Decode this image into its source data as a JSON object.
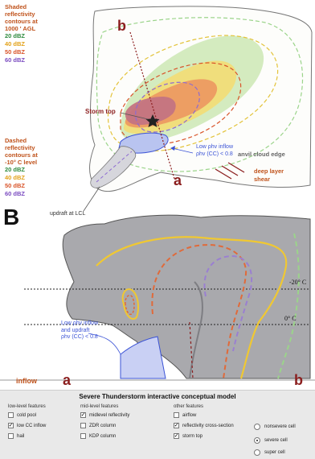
{
  "top_legend": {
    "heading": [
      "Shaded",
      "reflectivity",
      "contours at",
      "1000 ' AGL"
    ],
    "items": [
      {
        "label": "20 dBZ",
        "color": "#2e8b3e"
      },
      {
        "label": "40 dBZ",
        "color": "#e3a21a"
      },
      {
        "label": "50 dBZ",
        "color": "#d9542a"
      },
      {
        "label": "60 dBZ",
        "color": "#7b4cc0"
      }
    ]
  },
  "mid_legend": {
    "heading": [
      "Dashed",
      "reflectivity",
      "contours at",
      "-10° C level"
    ],
    "items": [
      {
        "label": "20 dBZ",
        "color": "#2e8b3e"
      },
      {
        "label": "40 dBZ",
        "color": "#e3a21a"
      },
      {
        "label": "50 dBZ",
        "color": "#d9542a"
      },
      {
        "label": "60 dBZ",
        "color": "#7b4cc0"
      }
    ]
  },
  "plan_view": {
    "label_b": "b",
    "label_a": "a",
    "storm_top": "Storm top",
    "low_cc_line1": "Low ρhv inflow",
    "low_cc_line2": "ρhv (CC) < 0.8",
    "anvil": "anvil cloud edge",
    "shear_line1": "deep layer",
    "shear_line2": "shear",
    "updraft": "updraft at LCL"
  },
  "section_view": {
    "panel_letter": "B",
    "minus20": "-20° C",
    "zero": "0° C",
    "low_cc_line1": "Low ρhv inflow",
    "low_cc_line2": "and updraft",
    "low_cc_line3": "ρhv (CC) < 0.8",
    "inflow": "inflow",
    "label_a": "a",
    "label_b": "b"
  },
  "colors": {
    "g20": "#9bd48a",
    "y40": "#ecd95a",
    "o50": "#e9935a",
    "r60": "#c06a7a",
    "p": "#9a7fd1",
    "accent_red": "#8b1e1e",
    "blue": "#3b53d6",
    "title_orange": "#c0531c"
  },
  "panel": {
    "title": "Severe Thunderstorm interactive conceptual model",
    "columns": [
      {
        "heading": "low-level features",
        "items": [
          {
            "label": "cold pool",
            "checked": false
          },
          {
            "label": "low CC inflow",
            "checked": true
          },
          {
            "label": "hail",
            "checked": false
          }
        ]
      },
      {
        "heading": "mid-level features",
        "items": [
          {
            "label": "midlevel reflectivity",
            "checked": true
          },
          {
            "label": "ZDR column",
            "checked": false
          },
          {
            "label": "KDP column",
            "checked": false
          }
        ]
      },
      {
        "heading": "other features",
        "items": [
          {
            "label": "airflow",
            "checked": false
          },
          {
            "label": "reflectivity cross-section",
            "checked": true
          },
          {
            "label": "storm top",
            "checked": true
          }
        ]
      }
    ],
    "radios": [
      {
        "label": "nonsevere cell",
        "selected": false
      },
      {
        "label": "severe cell",
        "selected": true
      },
      {
        "label": "super cell",
        "selected": false
      }
    ]
  }
}
